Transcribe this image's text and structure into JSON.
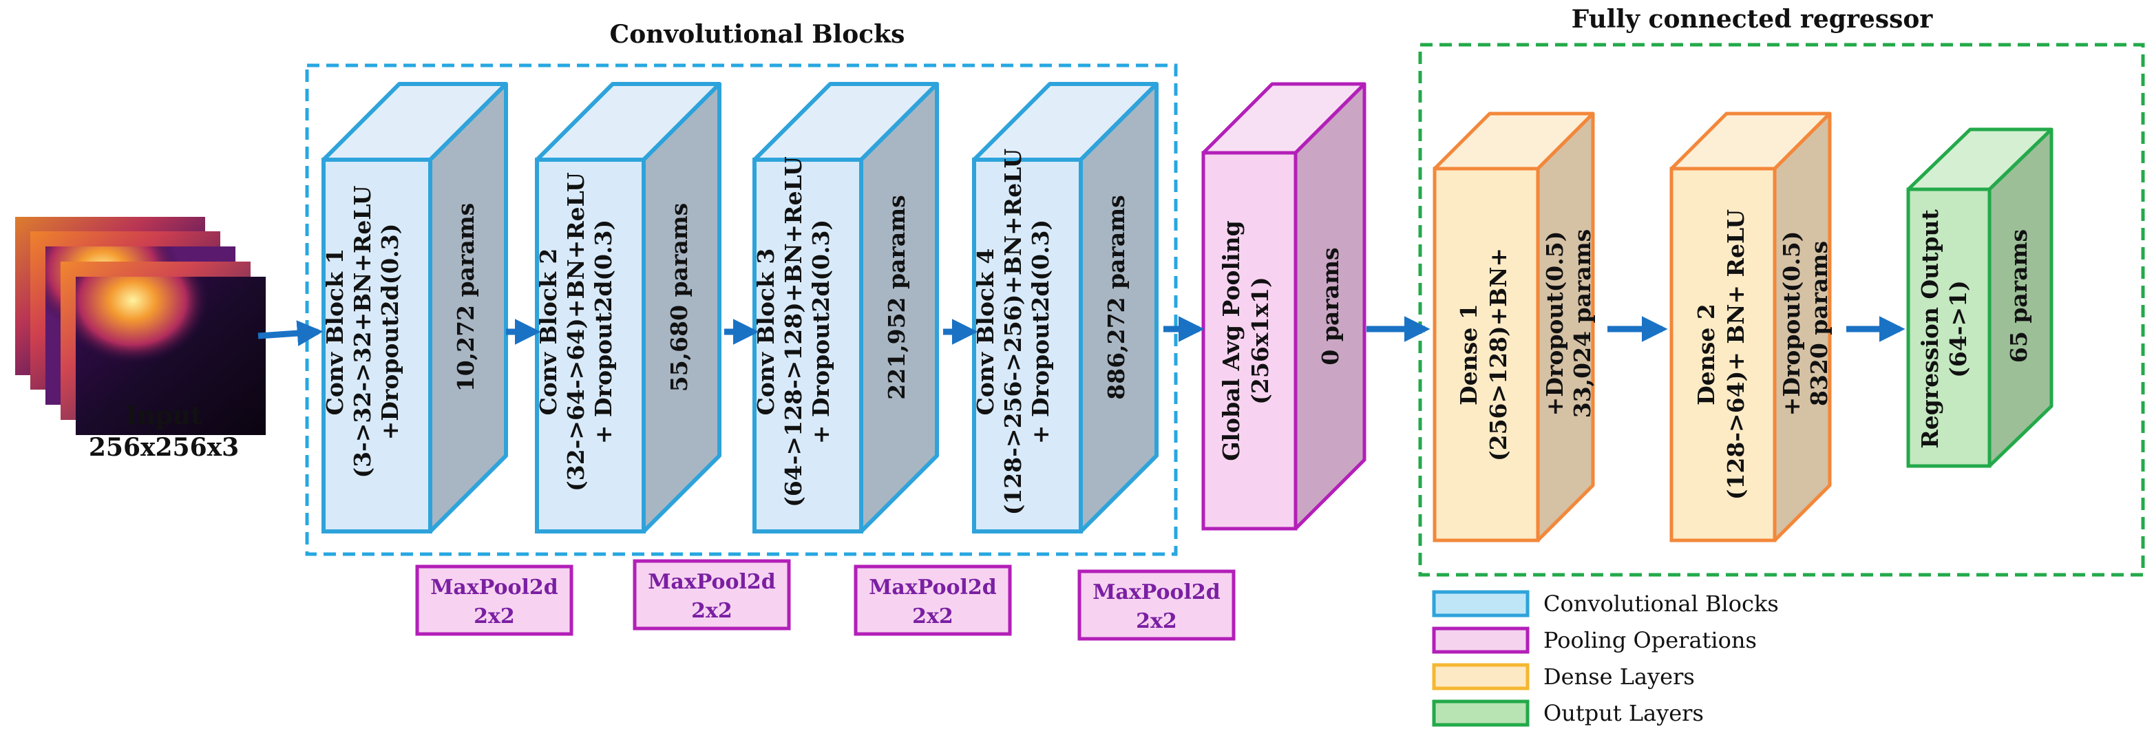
{
  "titles": {
    "conv_group": "Convolutional Blocks",
    "fc_group": "Fully connected regressor"
  },
  "input": {
    "label_line1": "Input",
    "label_line2": "256x256x3"
  },
  "conv_blocks": [
    {
      "line1": "Conv Block 1",
      "line2": "(3->32->32+BN+ReLU",
      "line3": "+Dropout2d(0.3)",
      "params": "10,272 params"
    },
    {
      "line1": "Conv Block 2",
      "line2": "(32->64->64)+BN+ReLU",
      "line3": "+ Dropout2d(0.3)",
      "params": "55,680 params"
    },
    {
      "line1": "Conv Block 3",
      "line2": "(64->128->128)+BN+ReLU",
      "line3": "+ Dropout2d(0.3)",
      "params": "221,952 params"
    },
    {
      "line1": "Conv Block 4",
      "line2": "(128->256->256)+BN+ReLU",
      "line3": "+ Dropout2d(0.3)",
      "params": "886,272 params"
    }
  ],
  "maxpool": [
    {
      "line1": "MaxPool2d",
      "line2": "2x2"
    },
    {
      "line1": "MaxPool2d",
      "line2": "2x2"
    },
    {
      "line1": "MaxPool2d",
      "line2": "2x2"
    },
    {
      "line1": "MaxPool2d",
      "line2": "2x2"
    }
  ],
  "gap": {
    "line1": "Global Avg Pooling",
    "line2": "(256x1x1)",
    "params": "0 params"
  },
  "dense1": {
    "line1": "Dense 1",
    "line2": "(256>128)+BN+",
    "side1": "+Dropout(0.5)",
    "side2": "33,024 params"
  },
  "dense2": {
    "line1": "Dense 2",
    "line2": "(128->64)+ BN+ ReLU",
    "side1": "+Dropout(0.5)",
    "side2": "8320 params"
  },
  "output": {
    "line1": "Regression Output",
    "line2": "(64->1)",
    "params": "65 params"
  },
  "legend": [
    {
      "label": "Convolutional Blocks",
      "color": "#bfe6f7",
      "border": "#2ea3db"
    },
    {
      "label": "Pooling Operations",
      "color": "#f5d3ef",
      "border": "#b31fb8"
    },
    {
      "label": "Dense Layers",
      "color": "#fde9c4",
      "border": "#f5b731"
    },
    {
      "label": "Output Layers",
      "color": "#b8e3b3",
      "border": "#23a94a"
    }
  ],
  "colors": {
    "conv_front": "#d8eaf9",
    "conv_top": "#e1eef9",
    "conv_side": "#a8b6c4",
    "conv_stroke": "#2ea3db",
    "pool_front": "#f7d3f1",
    "pool_side": "#caa6c4",
    "pool_stroke": "#b31fb8",
    "dense_front": "#fdebc6",
    "dense_side": "#d5c1a4",
    "dense_stroke": "#f3873a",
    "out_front": "#c4e8c0",
    "out_side": "#9cbf98",
    "out_stroke": "#23a94a",
    "arrow": "#1a72c4"
  }
}
